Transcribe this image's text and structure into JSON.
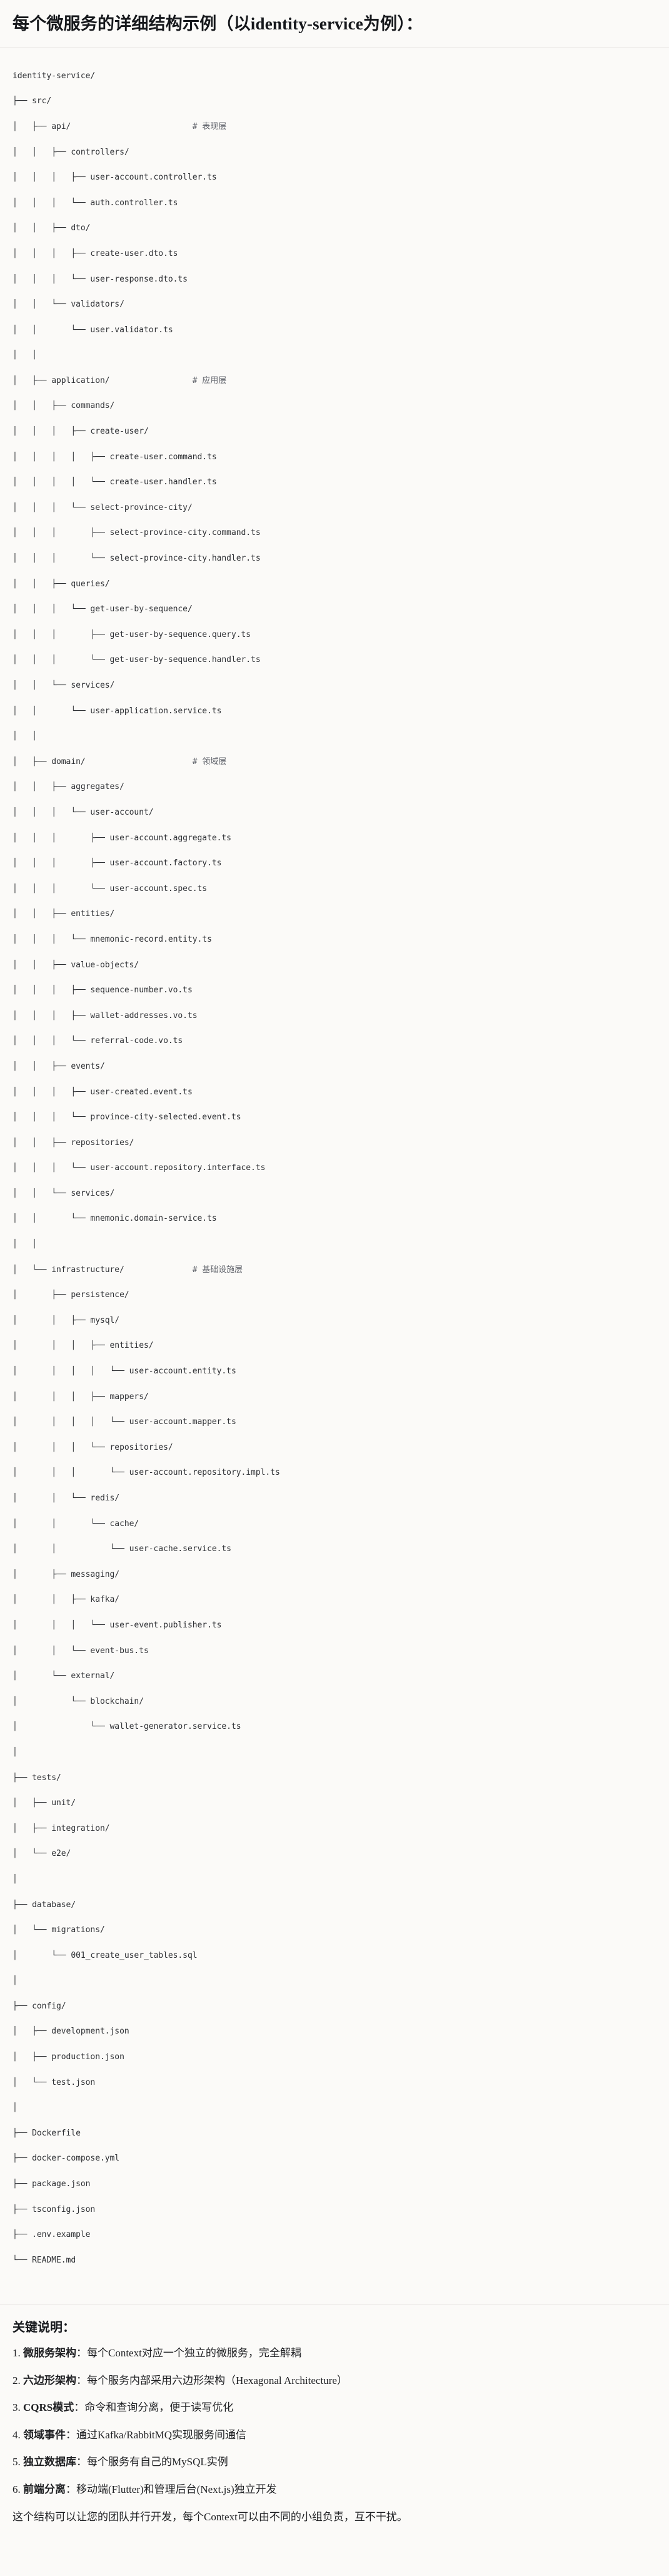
{
  "header": {
    "title": "每个微服务的详细结构示例（以identity-service为例）："
  },
  "tree": {
    "lines": [
      "identity-service/",
      "├── src/",
      "│   ├── api/                         # 表现层",
      "│   │   ├── controllers/",
      "│   │   │   ├── user-account.controller.ts",
      "│   │   │   └── auth.controller.ts",
      "│   │   ├── dto/",
      "│   │   │   ├── create-user.dto.ts",
      "│   │   │   └── user-response.dto.ts",
      "│   │   └── validators/",
      "│   │       └── user.validator.ts",
      "│   │",
      "│   ├── application/                 # 应用层",
      "│   │   ├── commands/",
      "│   │   │   ├── create-user/",
      "│   │   │   │   ├── create-user.command.ts",
      "│   │   │   │   └── create-user.handler.ts",
      "│   │   │   └── select-province-city/",
      "│   │   │       ├── select-province-city.command.ts",
      "│   │   │       └── select-province-city.handler.ts",
      "│   │   ├── queries/",
      "│   │   │   └── get-user-by-sequence/",
      "│   │   │       ├── get-user-by-sequence.query.ts",
      "│   │   │       └── get-user-by-sequence.handler.ts",
      "│   │   └── services/",
      "│   │       └── user-application.service.ts",
      "│   │",
      "│   ├── domain/                      # 领域层",
      "│   │   ├── aggregates/",
      "│   │   │   └── user-account/",
      "│   │   │       ├── user-account.aggregate.ts",
      "│   │   │       ├── user-account.factory.ts",
      "│   │   │       └── user-account.spec.ts",
      "│   │   ├── entities/",
      "│   │   │   └── mnemonic-record.entity.ts",
      "│   │   ├── value-objects/",
      "│   │   │   ├── sequence-number.vo.ts",
      "│   │   │   ├── wallet-addresses.vo.ts",
      "│   │   │   └── referral-code.vo.ts",
      "│   │   ├── events/",
      "│   │   │   ├── user-created.event.ts",
      "│   │   │   └── province-city-selected.event.ts",
      "│   │   ├── repositories/",
      "│   │   │   └── user-account.repository.interface.ts",
      "│   │   └── services/",
      "│   │       └── mnemonic.domain-service.ts",
      "│   │",
      "│   └── infrastructure/              # 基础设施层",
      "│       ├── persistence/",
      "│       │   ├── mysql/",
      "│       │   │   ├── entities/",
      "│       │   │   │   └── user-account.entity.ts",
      "│       │   │   ├── mappers/",
      "│       │   │   │   └── user-account.mapper.ts",
      "│       │   │   └── repositories/",
      "│       │   │       └── user-account.repository.impl.ts",
      "│       │   └── redis/",
      "│       │       └── cache/",
      "│       │           └── user-cache.service.ts",
      "│       ├── messaging/",
      "│       │   ├── kafka/",
      "│       │   │   └── user-event.publisher.ts",
      "│       │   └── event-bus.ts",
      "│       └── external/",
      "│           └── blockchain/",
      "│               └── wallet-generator.service.ts",
      "│",
      "├── tests/",
      "│   ├── unit/",
      "│   ├── integration/",
      "│   └── e2e/",
      "│",
      "├── database/",
      "│   └── migrations/",
      "│       └── 001_create_user_tables.sql",
      "│",
      "├── config/",
      "│   ├── development.json",
      "│   ├── production.json",
      "│   └── test.json",
      "│",
      "├── Dockerfile",
      "├── docker-compose.yml",
      "├── package.json",
      "├── tsconfig.json",
      "├── .env.example",
      "└── README.md"
    ],
    "comments": [
      "# 表现层",
      "# 应用层",
      "# 领域层",
      "# 基础设施层"
    ]
  },
  "notes": {
    "title": "关键说明：",
    "items": [
      {
        "num": "1.",
        "term": "微服务架构",
        "text": "：每个Context对应一个独立的微服务，完全解耦"
      },
      {
        "num": "2.",
        "term": "六边形架构",
        "text": "：每个服务内部采用六边形架构（Hexagonal Architecture）"
      },
      {
        "num": "3.",
        "term": "CQRS模式",
        "text": "：命令和查询分离，便于读写优化"
      },
      {
        "num": "4.",
        "term": "领域事件",
        "text": "：通过Kafka/RabbitMQ实现服务间通信"
      },
      {
        "num": "5.",
        "term": "独立数据库",
        "text": "：每个服务有自己的MySQL实例"
      },
      {
        "num": "6.",
        "term": "前端分离",
        "text": "：移动端(Flutter)和管理后台(Next.js)独立开发"
      }
    ],
    "closing": "这个结构可以让您的团队并行开发，每个Context可以由不同的小组负责，互不干扰。"
  }
}
